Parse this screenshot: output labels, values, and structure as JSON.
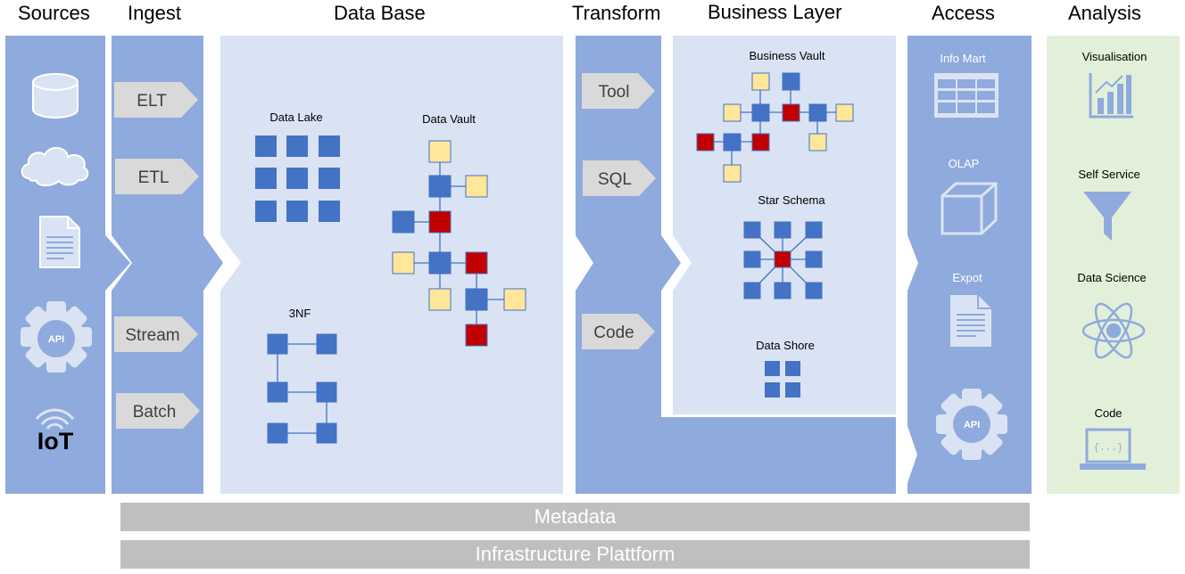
{
  "headers": {
    "sources": "Sources",
    "ingest": "Ingest",
    "database": "Data Base",
    "transform": "Transform",
    "business": "Business Layer",
    "access": "Access",
    "analysis": "Analysis"
  },
  "ingest": {
    "elt": "ELT",
    "etl": "ETL",
    "stream": "Stream",
    "batch": "Batch"
  },
  "sources": {
    "api": "API",
    "iot": "IoT"
  },
  "database": {
    "data_lake": "Data Lake",
    "data_vault": "Data Vault",
    "tnf": "3NF"
  },
  "transform": {
    "tool": "Tool",
    "sql": "SQL",
    "code": "Code"
  },
  "business": {
    "business_vault": "Business Vault",
    "star_schema": "Star Schema",
    "data_shore": "Data Shore"
  },
  "access": {
    "info_mart": "Info Mart",
    "olap": "OLAP",
    "export": "Expot",
    "api": "API"
  },
  "analysis": {
    "visualisation": "Visualisation",
    "self_service": "Self Service",
    "data_science": "Data Science",
    "code": "Code"
  },
  "bars": {
    "metadata": "Metadata",
    "infrastructure": "Infrastructure Plattform"
  },
  "colors": {
    "column_blue": "#8faadc",
    "panel_light": "#dae3f3",
    "analysis_green": "#e2f0d9",
    "node_blue": "#4472c4",
    "node_red": "#c00000",
    "node_yellow": "#ffe699",
    "icon_light": "#dae3f3",
    "chevron_gray": "#d9d9d9",
    "bar_gray": "#bfbfbf"
  }
}
